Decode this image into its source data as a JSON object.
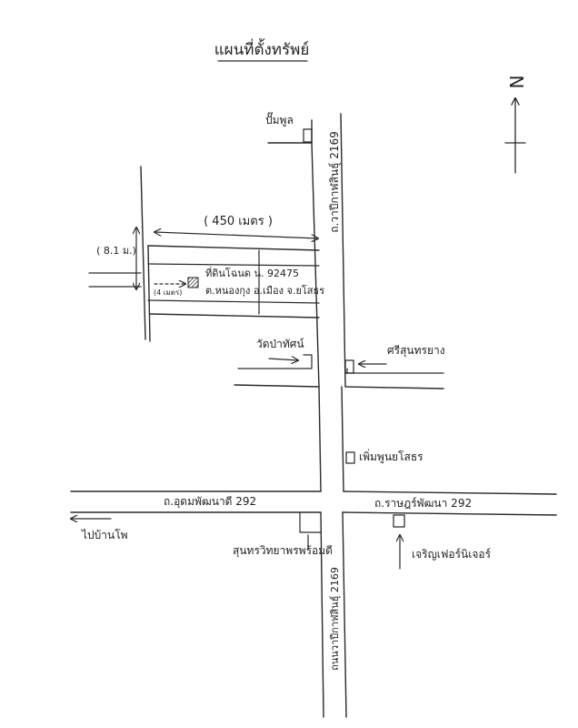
{
  "title": "แผนที่ตั้งทรัพย์",
  "compass": {
    "label": "N"
  },
  "roads": {
    "main_north": "ถ.วาปีกาฬสินธุ์ 2169",
    "main_south": "ถนนวาปีกาฬสินธุ์ 2169",
    "west_road": "ถ.อุดมพัฒนาดี 292",
    "east_road": "ถ.ราษฎร์พัฒนา 292"
  },
  "measurements": {
    "distance": "( 450 เมตร )",
    "road_width": "( 8.1 ม.)",
    "small_width": "(4 เมตร)"
  },
  "property": {
    "line1": "ที่ดินโฉนด น. 92475",
    "line2": "ต.หนองกุง อ.เมือง จ.ยโสธร"
  },
  "landmarks": {
    "gas_station": "ปั๊มพูล",
    "temple": "วัดป่าทัศน์",
    "shop_ne": "ศรีสุนทรยาง",
    "shop_mid": "เพิ่มพูนยโสธร",
    "shop_sw": "สุนทรวิทยาพรพร้อมดี",
    "shop_se": "เจริญเฟอร์นิเจอร์"
  },
  "directions": {
    "to_west": "ไปบ้านโพ"
  }
}
